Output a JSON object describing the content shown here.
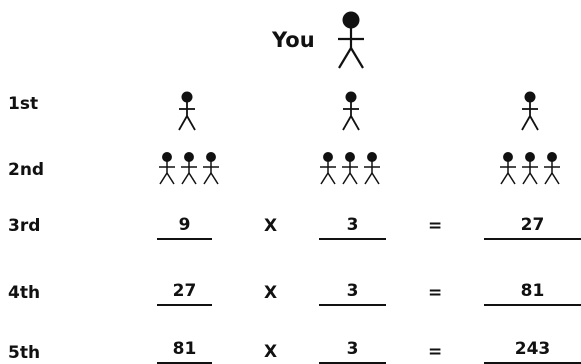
{
  "header": {
    "you_label": "You"
  },
  "rows": [
    {
      "label": "1st"
    },
    {
      "label": "2nd"
    },
    {
      "label": "3rd",
      "left": "9",
      "op": "X",
      "mid": "3",
      "eq": "=",
      "result": "27"
    },
    {
      "label": "4th",
      "left": "27",
      "op": "X",
      "mid": "3",
      "eq": "=",
      "result": "81"
    },
    {
      "label": "5th",
      "left": "81",
      "op": "X",
      "mid": "3",
      "eq": "=",
      "result": "243"
    }
  ],
  "colors": {
    "ink": "#111111",
    "background": "#ffffff"
  }
}
